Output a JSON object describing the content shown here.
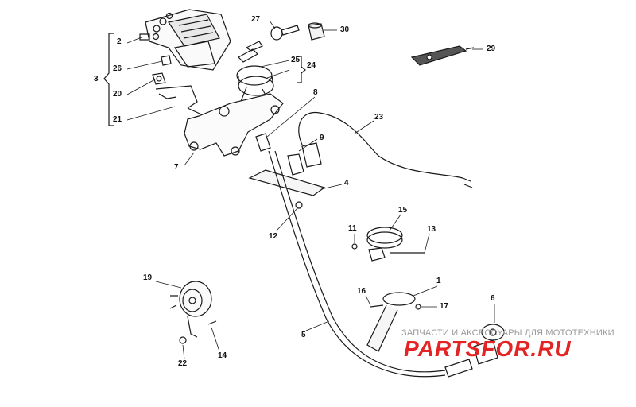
{
  "diagram": {
    "callouts": [
      {
        "id": "c1",
        "text": "1"
      },
      {
        "id": "c2",
        "text": "2"
      },
      {
        "id": "c3",
        "text": "3"
      },
      {
        "id": "c4",
        "text": "4"
      },
      {
        "id": "c5",
        "text": "5"
      },
      {
        "id": "c6",
        "text": "6"
      },
      {
        "id": "c7",
        "text": "7"
      },
      {
        "id": "c8",
        "text": "8"
      },
      {
        "id": "c9",
        "text": "9"
      },
      {
        "id": "c11",
        "text": "11"
      },
      {
        "id": "c12",
        "text": "12"
      },
      {
        "id": "c13",
        "text": "13"
      },
      {
        "id": "c14",
        "text": "14"
      },
      {
        "id": "c15",
        "text": "15"
      },
      {
        "id": "c16",
        "text": "16"
      },
      {
        "id": "c17",
        "text": "17"
      },
      {
        "id": "c19",
        "text": "19"
      },
      {
        "id": "c20",
        "text": "20"
      },
      {
        "id": "c21",
        "text": "21"
      },
      {
        "id": "c22",
        "text": "22"
      },
      {
        "id": "c23",
        "text": "23"
      },
      {
        "id": "c24",
        "text": "24"
      },
      {
        "id": "c25",
        "text": "25"
      },
      {
        "id": "c26",
        "text": "26"
      },
      {
        "id": "c27",
        "text": "27"
      },
      {
        "id": "c29",
        "text": "29"
      },
      {
        "id": "c30",
        "text": "30"
      }
    ]
  },
  "watermark": {
    "tagline": "ЗАПЧАСТИ И АКСЕССУАРЫ ДЛЯ МОТОТЕХНИКИ",
    "logo": "PARTSFOR.RU"
  }
}
